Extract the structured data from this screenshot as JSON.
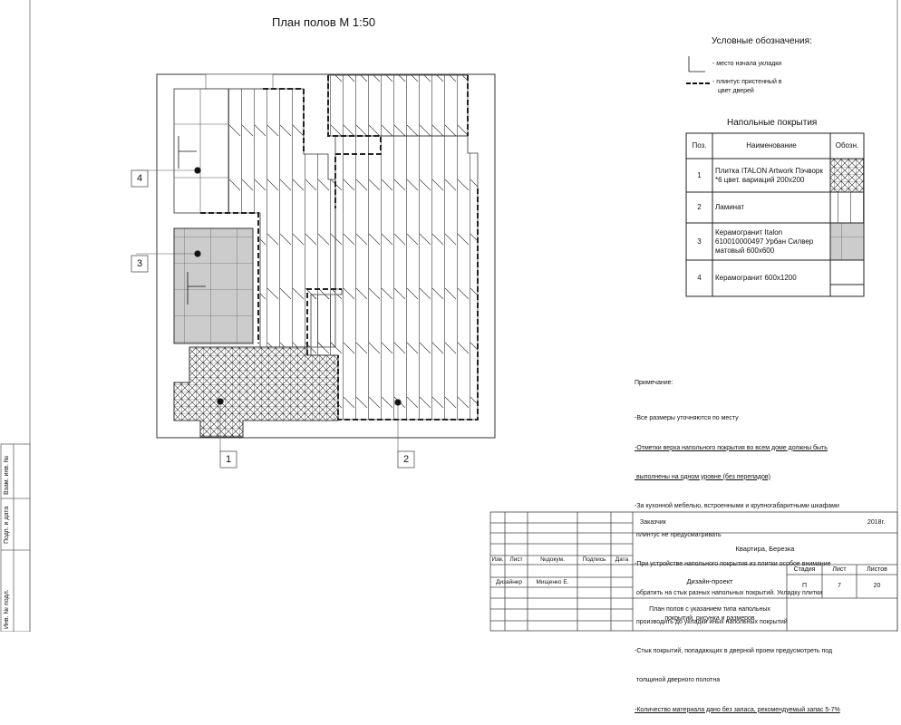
{
  "plan": {
    "title": "План полов М 1:50",
    "callouts": [
      "1",
      "2",
      "3",
      "4"
    ]
  },
  "legend": {
    "title": "Условные обозначения:",
    "start_point": "- место начала укладки",
    "skirting_line1": "- плинтус пристенный в",
    "skirting_line2": "цвет дверей"
  },
  "floor_table": {
    "title": "Напольные покрытия",
    "headers": [
      "Поз.",
      "Наименование",
      "Обозн."
    ],
    "rows": [
      {
        "pos": "1",
        "name": "Плитка ITALON Artwork Пэчворк *6 цвет. вариаций 200х200",
        "symbol": "crosshatch"
      },
      {
        "pos": "2",
        "name": "Ламинат",
        "symbol": "laminate"
      },
      {
        "pos": "3",
        "name": "Керамогранит Italon 610010000497 Урбан Силвер матовый 600х600",
        "symbol": "stipple"
      },
      {
        "pos": "4",
        "name": "Керамогранит 600х1200",
        "symbol": "blank-tile"
      }
    ]
  },
  "notes": {
    "title": "Примечание:",
    "lines": [
      "-Все размеры уточняются по месту",
      "-Отметки верха напольного покрытия во всем доме должны быть",
      " выполнены на одном уровне (без перепадов)",
      "-За кухонной мебелью, встроенными и крупногабаритными шкафами",
      " плинтус не предусматривать",
      "-При устройстве напольного покрытия из плитки особое внимание",
      " обратить на стык разных напольных покрытий. Укладку плитки",
      " производить до укладки иных напольных покрытий",
      "-Стык покрытий, попадающих в дверной проем предусмотреть под",
      " толщиной дверного полотна",
      "-Количество материала дано без запаса, рекомендуемый запас 5-7%"
    ]
  },
  "stamp": {
    "customer_label": "Заказчик",
    "year": "2018г.",
    "object": "Квартира, Березка",
    "project_type": "Дизайн-проект",
    "sheet_title": "План полов с указанием типа напольных покрытий, рисунка и размеров",
    "col_headers": [
      "Изм.",
      "Лист",
      "№докум.",
      "Подпись",
      "Дата"
    ],
    "role": "Дизайнер",
    "person": "Мищенко Е.",
    "stage_label": "Стадия",
    "sheet_label": "Лист",
    "sheets_label": "Листов",
    "stage": "П",
    "sheet": "7",
    "sheets": "20"
  },
  "side_stamp": [
    "Взам. инв. №",
    "Подп. и дата",
    "Инв. № подл."
  ]
}
